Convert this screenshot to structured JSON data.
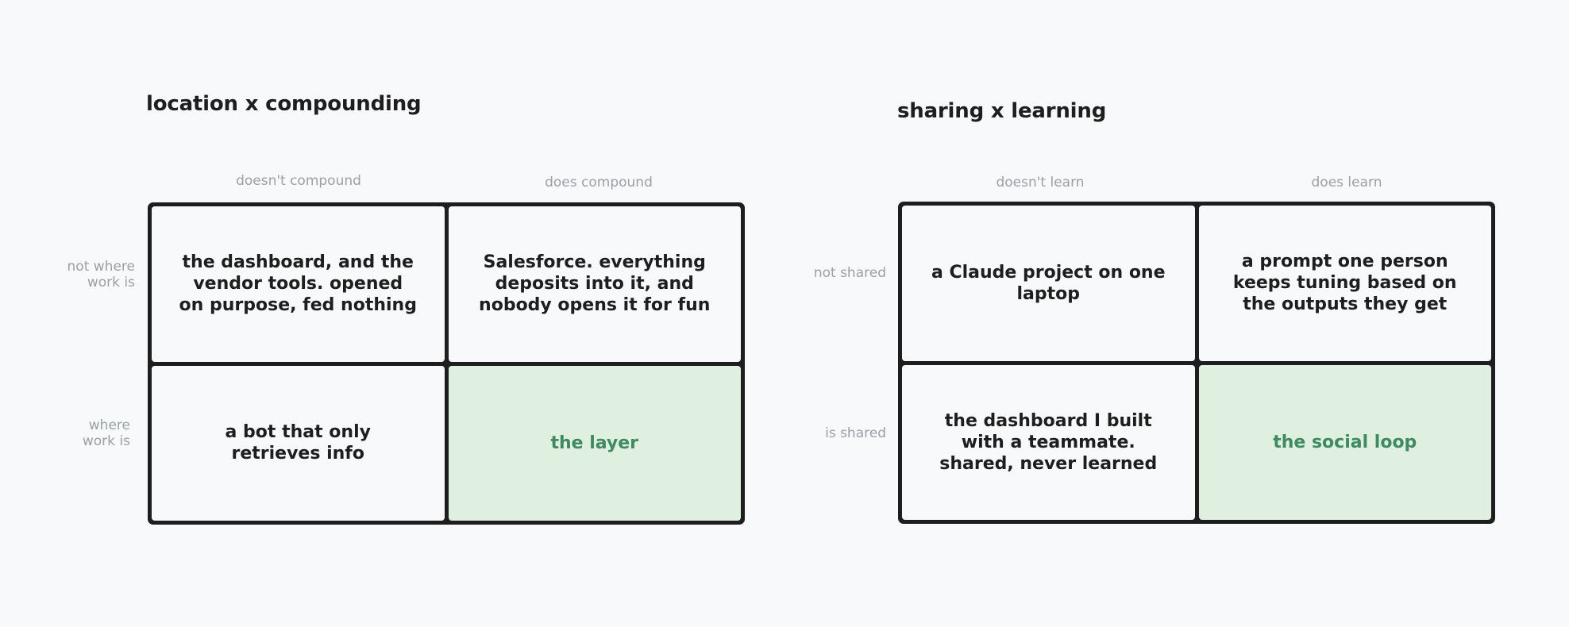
{
  "matrices": [
    {
      "title": "location x compounding",
      "columns": [
        "doesn't compound",
        "does compound"
      ],
      "rows": [
        "not where\nwork is",
        "where\nwork is"
      ],
      "cells": [
        "the dashboard, and the vendor tools. opened on purpose, fed nothing",
        "Salesforce. everything deposits into it, and nobody opens it for fun",
        "a bot that only retrieves info",
        "the layer"
      ]
    },
    {
      "title": "sharing x learning",
      "columns": [
        "doesn't learn",
        "does learn"
      ],
      "rows": [
        "not shared",
        "is shared"
      ],
      "cells": [
        "a Claude project on one laptop",
        "a prompt one person keeps tuning based on the outputs they get",
        "the dashboard I built with a teammate. shared, never learned",
        "the social loop"
      ]
    }
  ],
  "colors": {
    "background": "#f8f9fa",
    "border": "#1e1e1e",
    "label": "#9aa0a6",
    "highlight_fill": "#dff0e1",
    "highlight_text": "#3f8a62"
  }
}
